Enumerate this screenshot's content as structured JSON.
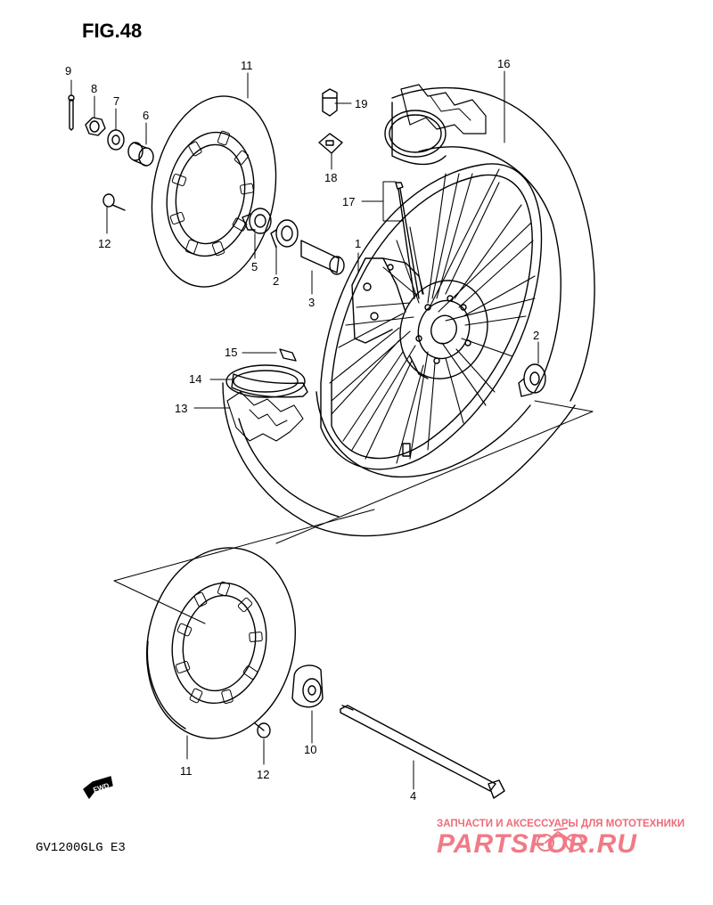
{
  "figure": {
    "title": "FIG.48",
    "model": "GV1200GLG E3"
  },
  "callouts": {
    "c1": "1",
    "c2a": "2",
    "c2b": "2",
    "c3": "3",
    "c4": "4",
    "c5": "5",
    "c6": "6",
    "c7": "7",
    "c8": "8",
    "c9": "9",
    "c10": "10",
    "c11a": "11",
    "c11b": "11",
    "c12a": "12",
    "c12b": "12",
    "c13": "13",
    "c14": "14",
    "c15": "15",
    "c16": "16",
    "c17": "17",
    "c18": "18",
    "c19": "19"
  },
  "fwd_label": "FWD",
  "watermark": {
    "tagline": "ЗАПЧАСТИ И АКСЕССУАРЫ ДЛЯ МОТОТЕХНИКИ",
    "logo": "PARTSFOR.RU"
  }
}
